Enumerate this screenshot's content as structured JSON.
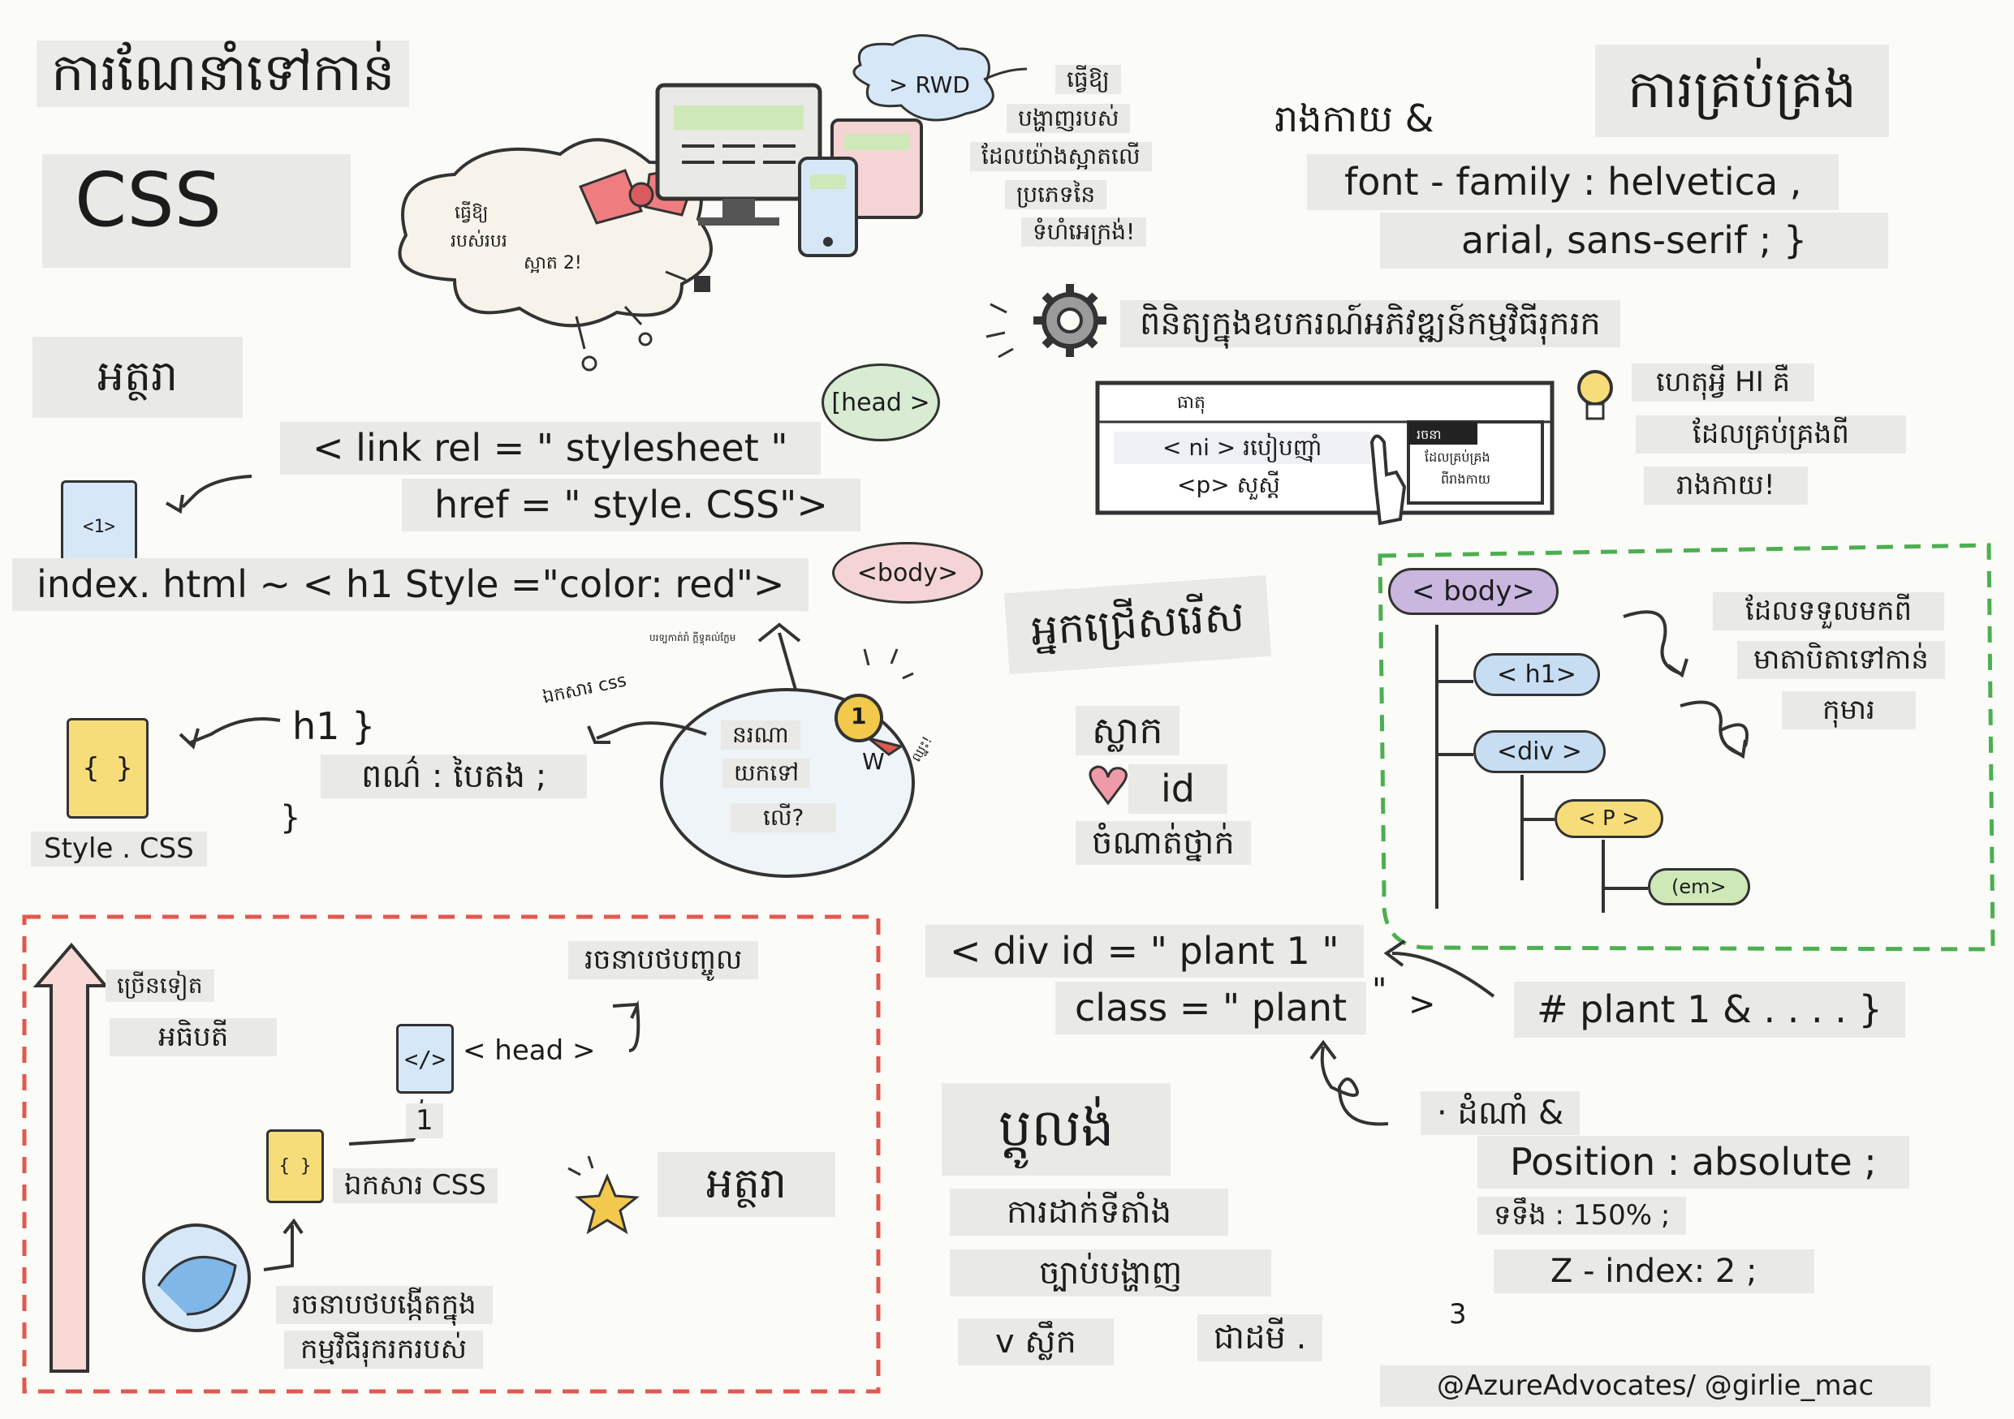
{
  "title": {
    "line1": "ការណែនាំទៅកាន់",
    "line2": "CSS"
  },
  "bowtie_cloud": {
    "line1": "ធ្វើឱ្យ",
    "line2": "របស់របរ",
    "line3": "ស្អាត 2!"
  },
  "rwd": {
    "tag": "> RWD",
    "lines": [
      "ធ្វើឱ្យ",
      "បង្ហាញរបស់",
      "ដែលយ៉ាងស្អាតលើ",
      "ប្រភេទនៃ",
      "ទំហំអេក្រង់!"
    ]
  },
  "inheritance_header": {
    "intro": "រាងកាយ &",
    "title": "ការគ្រប់គ្រង",
    "code1": "font - family : helvetica ,",
    "code2": "arial, sans-serif ; }"
  },
  "devtools": {
    "heading": "ពិនិត្យក្នុងឧបករណ៍អភិវឌ្ឍន៍កម្មវិធីរុករក",
    "panel_tab": "ធាតុ",
    "row1": "< ni > របៀបញ៉ាំ",
    "row2": "<p> សួស្តី",
    "popup_title": "រចនា",
    "popup_text1": "ដែលគ្រប់គ្រង",
    "popup_text2": "ពីរាងកាយ",
    "note_line1": "ហេតុអ្វី HI គឺ",
    "note_line2": "ដែលគ្រប់គ្រងពី",
    "note_line3": "រាងកាយ!"
  },
  "head_bubble": "[head >",
  "body_bubble": "<body>",
  "author": {
    "title": "អត្ថរា",
    "link1": "< link rel = \" stylesheet \"",
    "link2": "href = \" style. CSS\">",
    "file_tag": "<1>",
    "inline": "index. html ~ < h1 Style =\"color: red\">",
    "rule_open": "h1 }",
    "rule_body": "ពណ៌ : បៃតង ;",
    "rule_close": "}",
    "file_label": "Style . CSS",
    "css_icon": "{ }"
  },
  "cascade_bubble": {
    "arrow_label": "ឯកសារ css",
    "line1": "នរណា",
    "line2": "យកទៅ",
    "line3": "លើ?",
    "medal": "1",
    "medal_w": "W",
    "ribbon": "ឈ្នះ!",
    "tiny": "បរទ្បកាត់រាំ ក្តីទ្ធុគល់ក្លែម"
  },
  "cascade": {
    "title": "អ្នកជ្រើសរើស",
    "line1": "ស្លាក",
    "line2": "id",
    "line3": "ចំណាត់ថ្នាក់"
  },
  "dom_tree": {
    "nodes": [
      "< body>",
      "< h1>",
      "<div >",
      "< P >",
      "(em>"
    ],
    "note1": "ដែលទទួលមកពី",
    "note2": "មាតាបិតាទៅកាន់",
    "note3": "កុមារ"
  },
  "priority": {
    "top_label": "ច្រើនទៀត",
    "top_label2": "អធិបតី",
    "head": "< head >",
    "head_note": "រចនាបថបញ្ចូល",
    "number": "1",
    "css_file": "ឯកសារ CSS",
    "author": "អត្ថរា",
    "browser_line1": "រចនាបថបង្កើតក្នុង",
    "browser_line2": "កម្មវិធីរុករករបស់",
    "html_icon": "</>",
    "css_icon": "{ }"
  },
  "div_example": {
    "line1": "< div id = \" plant 1 \"",
    "line2": "class = \" plant",
    "line2b": "\"",
    "close": ">",
    "rule": "# plant 1 & . . . . }"
  },
  "position": {
    "title": "ប្តូលង់",
    "line1": "ការដាក់ទីតាំង",
    "line2": "ច្បាប់បង្ហាញ",
    "line3": "v ស្លឹក",
    "line4": "ជាដមី .",
    "css_intro": "· ដំណាំ &",
    "css1": "Position : absolute ;",
    "css2": "ទទឹង : 150% ;",
    "css3": "Z - index: 2 ;",
    "number": "3"
  },
  "credit": "@AzureAdvocates/ @girlie_mac"
}
